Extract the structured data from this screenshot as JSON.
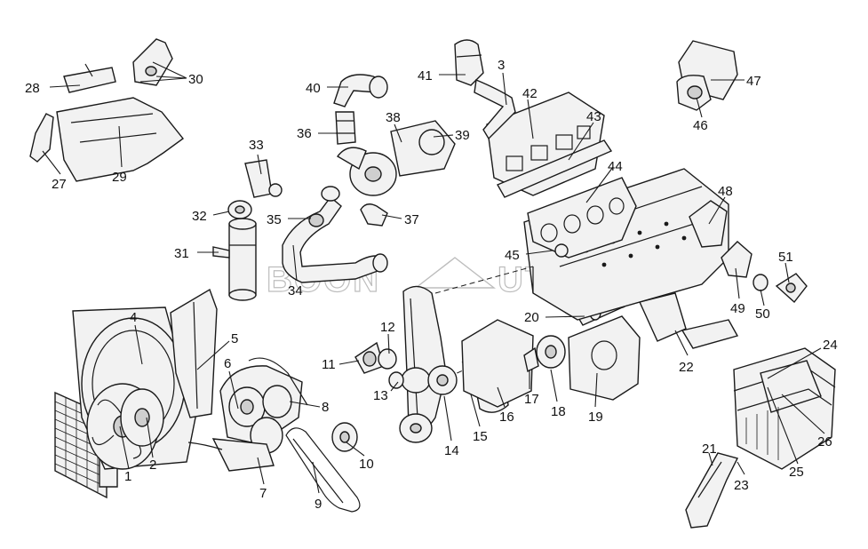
{
  "watermark": {
    "left": "BOON",
    "right": "UTO"
  },
  "callouts": [
    {
      "id": "1",
      "text": "1"
    },
    {
      "id": "2",
      "text": "2"
    },
    {
      "id": "3",
      "text": "3"
    },
    {
      "id": "4",
      "text": "4"
    },
    {
      "id": "5",
      "text": "5"
    },
    {
      "id": "6",
      "text": "6"
    },
    {
      "id": "7",
      "text": "7"
    },
    {
      "id": "8",
      "text": "8"
    },
    {
      "id": "9",
      "text": "9"
    },
    {
      "id": "10",
      "text": "10"
    },
    {
      "id": "11",
      "text": "11"
    },
    {
      "id": "12",
      "text": "12"
    },
    {
      "id": "13",
      "text": "13"
    },
    {
      "id": "14",
      "text": "14"
    },
    {
      "id": "15",
      "text": "15"
    },
    {
      "id": "16",
      "text": "16"
    },
    {
      "id": "17",
      "text": "17"
    },
    {
      "id": "18",
      "text": "18"
    },
    {
      "id": "19",
      "text": "19"
    },
    {
      "id": "20",
      "text": "20"
    },
    {
      "id": "21",
      "text": "21"
    },
    {
      "id": "22",
      "text": "22"
    },
    {
      "id": "23",
      "text": "23"
    },
    {
      "id": "24",
      "text": "24"
    },
    {
      "id": "25",
      "text": "25"
    },
    {
      "id": "26",
      "text": "26"
    },
    {
      "id": "27",
      "text": "27"
    },
    {
      "id": "28",
      "text": "28"
    },
    {
      "id": "29",
      "text": "29"
    },
    {
      "id": "30",
      "text": "30"
    },
    {
      "id": "31",
      "text": "31"
    },
    {
      "id": "32",
      "text": "32"
    },
    {
      "id": "33",
      "text": "33"
    },
    {
      "id": "34",
      "text": "34"
    },
    {
      "id": "35",
      "text": "35"
    },
    {
      "id": "36",
      "text": "36"
    },
    {
      "id": "37",
      "text": "37"
    },
    {
      "id": "38",
      "text": "38"
    },
    {
      "id": "39",
      "text": "39"
    },
    {
      "id": "40",
      "text": "40"
    },
    {
      "id": "41",
      "text": "41"
    },
    {
      "id": "42",
      "text": "42"
    },
    {
      "id": "43",
      "text": "43"
    },
    {
      "id": "44",
      "text": "44"
    },
    {
      "id": "45",
      "text": "45"
    },
    {
      "id": "46",
      "text": "46"
    },
    {
      "id": "47",
      "text": "47"
    },
    {
      "id": "48",
      "text": "48"
    },
    {
      "id": "49",
      "text": "49"
    },
    {
      "id": "50",
      "text": "50"
    },
    {
      "id": "51",
      "text": "51"
    }
  ]
}
